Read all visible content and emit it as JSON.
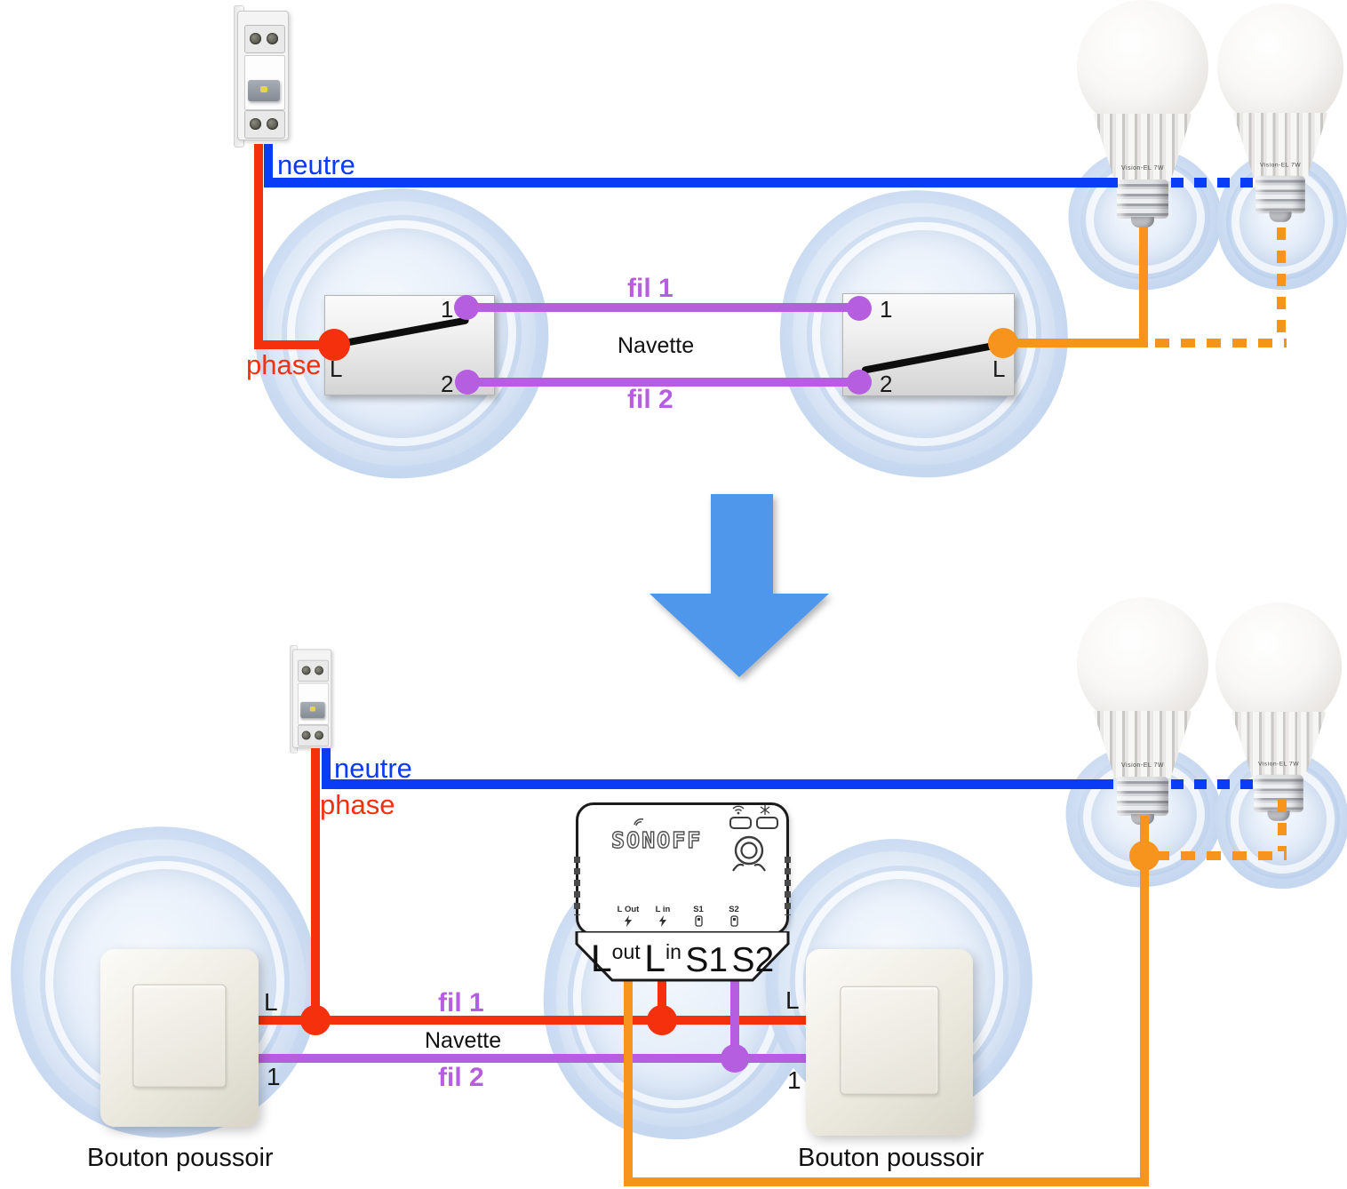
{
  "colors": {
    "phase": "#f5300d",
    "neutre": "#0b3cf5",
    "navette": "#b55fe0",
    "lampe": "#f7941d",
    "arrow": "#4f97ea",
    "contact": "#0e0e0e"
  },
  "bulb_brand": "Vision-EL 7W",
  "top": {
    "neutre_label": "neutre",
    "phase_label": "phase",
    "fil1_label": "fil 1",
    "fil2_label": "fil 2",
    "navette_label": "Navette",
    "left_switch": {
      "terminal_1": "1",
      "terminal_2": "2",
      "terminal_l": "L"
    },
    "right_switch": {
      "terminal_1": "1",
      "terminal_2": "2",
      "terminal_l": "L"
    }
  },
  "bottom": {
    "neutre_label": "neutre",
    "phase_label": "phase",
    "fil1_label": "fil 1",
    "fil2_label": "fil 2",
    "navette_label": "Navette",
    "left_button": {
      "terminal_l": "L",
      "terminal_1": "1",
      "caption": "Bouton poussoir"
    },
    "right_button": {
      "terminal_l": "L",
      "terminal_1": "1",
      "caption": "Bouton poussoir"
    },
    "sonoff": {
      "brand": "SONOFF",
      "small_terminals": {
        "l_out": "L Out",
        "l_in": "L in",
        "s1": "S1",
        "s2": "S2"
      },
      "big_terminals": {
        "l_out_main": "L",
        "l_out_sup": "out",
        "l_in_main": "L",
        "l_in_sup": "in",
        "s1": "S1",
        "s2": "S2"
      }
    }
  }
}
